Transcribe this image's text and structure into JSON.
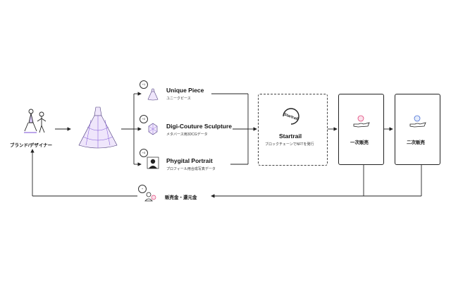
{
  "designer": {
    "label": "ブランド/デザイナー"
  },
  "products": [
    {
      "badge": "+1",
      "title": "Unique Piece",
      "subtitle": "ユニークピース"
    },
    {
      "badge": "+2",
      "title": "Digi-Couture Sculpture",
      "subtitle": "メタバース用3DCGデータ"
    },
    {
      "badge": "+3",
      "title": "Phygital Portrait",
      "subtitle": "プロフィール用合成写真データ"
    }
  ],
  "startrail": {
    "logo_text": "Startrail",
    "title": "Startrail",
    "subtitle": "ブロックチェーンでNFTを発行"
  },
  "primary_sale": {
    "label": "一次販売",
    "icon": "hand-coin-icon"
  },
  "secondary_sale": {
    "label": "二次販売",
    "icon": "hand-coin-icon"
  },
  "return_flow": {
    "badge": "+",
    "label": "販売金・還元金",
    "icon": "money-person-icon"
  },
  "colors": {
    "accent": "#7a4fd6",
    "line": "#222222",
    "coin": "#e0457a"
  }
}
